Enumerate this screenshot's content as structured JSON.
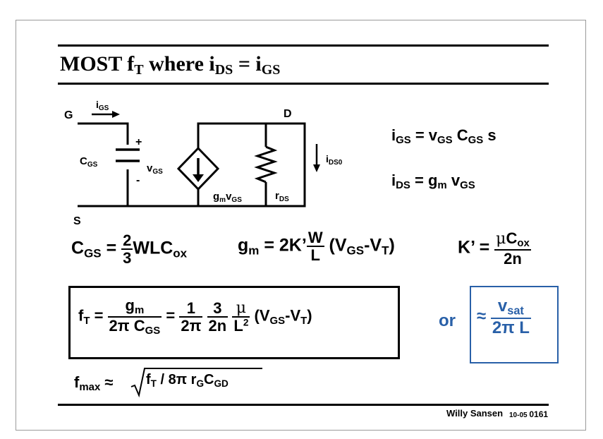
{
  "title": {
    "main": "MOST  f",
    "sub_t": "T",
    "mid": " where  i",
    "sub_ds": "DS",
    "eq": " = i",
    "sub_gs": "GS"
  },
  "circuit": {
    "node_g": "G",
    "node_d": "D",
    "node_s": "S",
    "i_label": "i",
    "i_sub": "GS",
    "c_label": "C",
    "c_sub": "GS",
    "plus": "+",
    "minus": "-",
    "v_label": "v",
    "v_sub": "GS",
    "gm_label": "g",
    "gm_sub": "m",
    "gm_v": "v",
    "gm_v_sub": "GS",
    "r_label": "r",
    "r_sub": "DS",
    "ids_label": "i",
    "ids_sub": "DS0"
  },
  "equations": {
    "igs": {
      "lhs": "i",
      "lhs_sub": "GS",
      "eq": " =  v",
      "v_sub": "GS",
      "c": " C",
      "c_sub": "GS",
      "s": " s"
    },
    "ids": {
      "lhs": "i",
      "lhs_sub": "DS",
      "eq": " =  g",
      "g_sub": "m",
      "v": " v",
      "v_sub": "GS"
    },
    "cgs": {
      "lhs": "C",
      "lhs_sub": "GS",
      "eq": " = ",
      "num": "2",
      "den": "3",
      "rest": "WLC",
      "rest_sub": "ox"
    },
    "gm": {
      "lhs": "g",
      "lhs_sub": "m",
      "eq": " = 2K",
      "prime": "’",
      "num": "W",
      "den": "L",
      "paren_open": " (V",
      "v1_sub": "GS",
      "dash": "-V",
      "v2_sub": "T",
      "paren_close": ")"
    },
    "kprime": {
      "lhs": "K",
      "prime": "’",
      "eq": " = ",
      "num_mu": "μ",
      "num_c": "C",
      "num_sub": "ox",
      "den": "2n"
    },
    "ft": {
      "lhs": "f",
      "lhs_sub": "T",
      "eq": " = ",
      "f1_num": "g",
      "f1_num_sub": "m",
      "f1_den": "2π C",
      "f1_den_sub": "GS",
      "eq2": " = ",
      "f2_num": "1",
      "f2_den": "2π",
      "f3_num": "3",
      "f3_den": "2n",
      "f4_num": "μ",
      "f4_den": "L",
      "f4_den_sup": "2",
      "paren_open": "(V",
      "v1_sub": "GS",
      "dash": "-V",
      "v2_sub": "T",
      "paren_close": ")"
    },
    "or_text": "or",
    "approx": "≈",
    "vsat": {
      "num": "v",
      "num_sub": "sat",
      "den": "2π L"
    },
    "fmax": {
      "lhs": "f",
      "lhs_sub": "max",
      "approx": " ≈ ",
      "rad_a": "f",
      "rad_a_sub": "T",
      "rad_b": " / 8π r",
      "rad_b_sub": "G",
      "rad_c": "C",
      "rad_c_sub": "GD"
    }
  },
  "footer": {
    "author": "Willy Sansen",
    "code_small": "10-05",
    "code_big": "0161"
  },
  "colors": {
    "accent_blue": "#2960a8"
  }
}
